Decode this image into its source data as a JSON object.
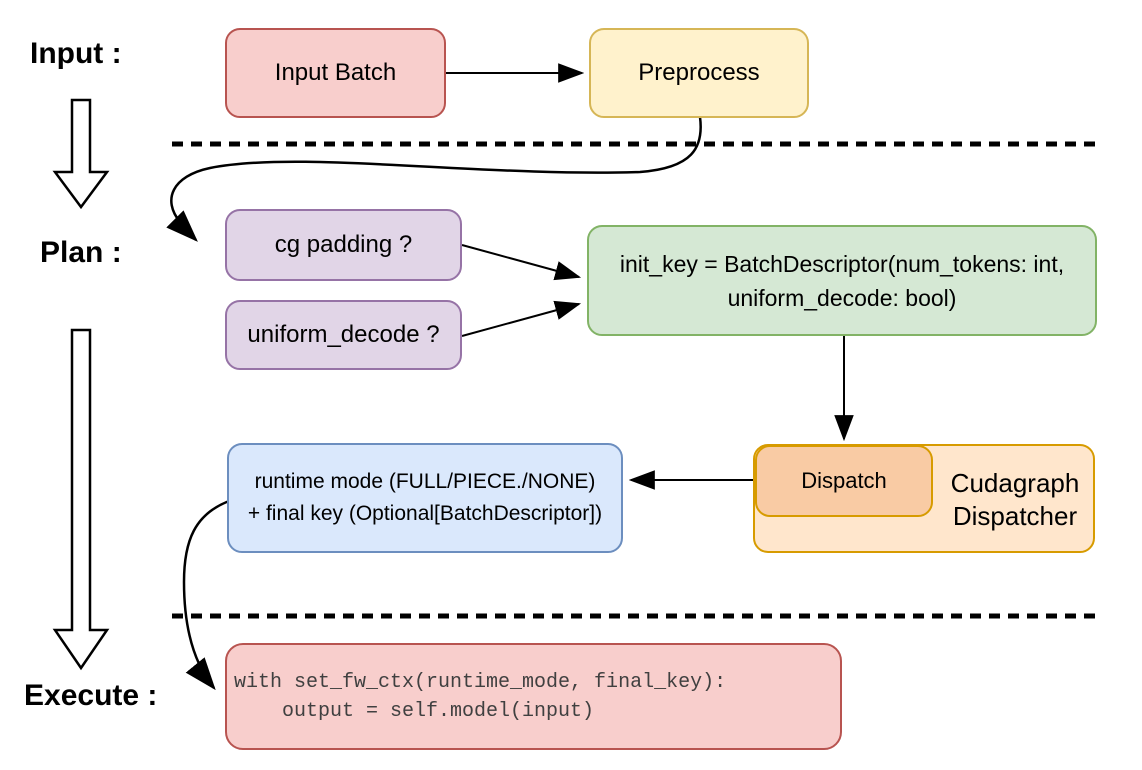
{
  "labels": {
    "input": "Input :",
    "plan": "Plan :",
    "execute": "Execute :"
  },
  "nodes": {
    "input_batch": {
      "label": "Input Batch",
      "fill": "#F8CECC",
      "stroke": "#B85450"
    },
    "preprocess": {
      "label": "Preprocess",
      "fill": "#FFF2CC",
      "stroke": "#D6B656"
    },
    "cg_padding": {
      "label": "cg padding ?",
      "fill": "#E1D5E7",
      "stroke": "#9673A6"
    },
    "uniform_decode": {
      "label": "uniform_decode ?",
      "fill": "#E1D5E7",
      "stroke": "#9673A6"
    },
    "init_key": {
      "lines": [
        "init_key = BatchDescriptor(num_tokens: int,",
        "uniform_decode: bool)"
      ],
      "fill": "#D5E8D4",
      "stroke": "#82B366"
    },
    "dispatch": {
      "label": "Dispatch",
      "fill": "#F9CBA4",
      "stroke": "#D79B00"
    },
    "cudagraph_dispatcher": {
      "lines": [
        "Cudagraph",
        "Dispatcher"
      ],
      "fill": "#FFE6CC",
      "stroke": "#D79B00"
    },
    "runtime_mode": {
      "lines": [
        "runtime mode (FULL/PIECE./NONE)",
        "+ final key (Optional[BatchDescriptor])"
      ],
      "fill": "#DAE8FC",
      "stroke": "#6C8EBF"
    },
    "execute_code": {
      "lines": [
        "with set_fw_ctx(runtime_mode, final_key):",
        "    output = self.model(input)"
      ],
      "fill": "#F8CECC",
      "stroke": "#B85450"
    }
  },
  "arrow_color": "#000000"
}
